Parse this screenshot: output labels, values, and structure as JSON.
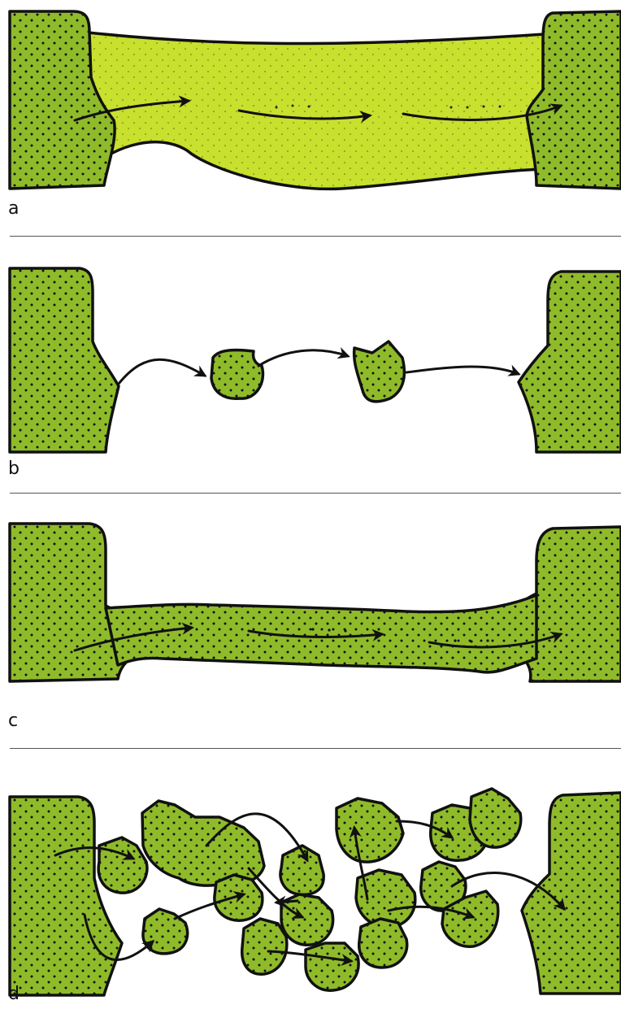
{
  "panels": [
    {
      "label": "a"
    },
    {
      "label": "b"
    },
    {
      "label": "c"
    },
    {
      "label": "d"
    }
  ],
  "colors": {
    "grain_dark": "#8fbb2a",
    "grain_light": "#c8e02e",
    "outline": "#111111",
    "divider": "#555555",
    "background": "#ffffff"
  }
}
